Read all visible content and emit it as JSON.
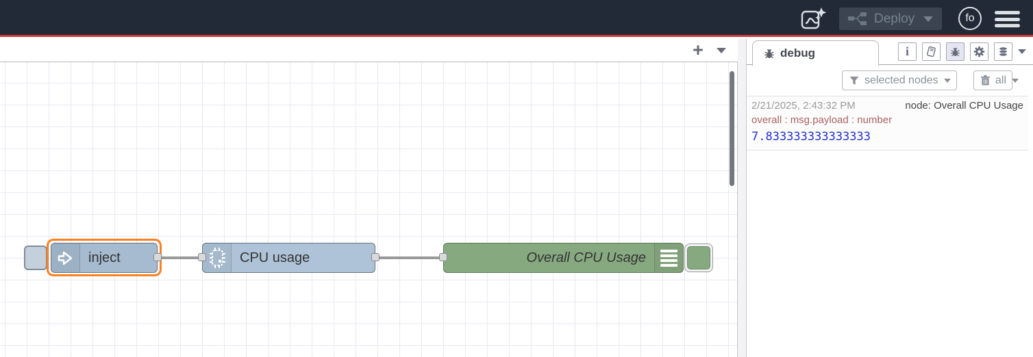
{
  "header": {
    "deploy": {
      "label": "Deploy"
    },
    "avatar": {
      "label": "fo"
    },
    "icons": {
      "ai_assistant": "image-with-sparkles",
      "deploy": "mini-flow-nodes",
      "menu": "hamburger"
    }
  },
  "workspace": {
    "add_flow_label": "+",
    "icons": {
      "add_flow": "plus",
      "flow_list": "chevron-down"
    }
  },
  "flow": {
    "nodes": [
      {
        "type": "inject",
        "label": "inject",
        "color": "#a6bbcf",
        "selected": true,
        "icon": "arrow-right"
      },
      {
        "type": "cpu",
        "label": "CPU usage",
        "color": "#aec3d7",
        "icon": "chip"
      },
      {
        "type": "debug",
        "label": "Overall CPU Usage",
        "color": "#87a980",
        "icon": "list-lines",
        "toggle": "enabled"
      }
    ]
  },
  "sidebar": {
    "tab": {
      "label": "debug",
      "icon": "bug"
    },
    "toolbar_icons": [
      "info",
      "help-book",
      "bug",
      "gear",
      "context-database",
      "chevron-down"
    ],
    "filters": {
      "selected_nodes_label": "selected nodes",
      "clear_label": "all",
      "icons": {
        "filter": "funnel",
        "clear": "trash"
      }
    },
    "messages": [
      {
        "timestamp": "2/21/2025, 2:43:32 PM",
        "node": "node: Overall CPU Usage",
        "property_path": "overall : msg.payload : number",
        "value": "7.833333333333333"
      }
    ]
  },
  "colors": {
    "header_bg": "#222a37",
    "accent_red": "#cb3a3a",
    "selection_orange": "#ff7f1f",
    "inject_node": "#a6bbcf",
    "cpu_node": "#aec3d7",
    "debug_node": "#87a980",
    "wire_grey": "#999999",
    "debug_path_text": "#ab6060",
    "debug_value_text": "#2030d0"
  }
}
